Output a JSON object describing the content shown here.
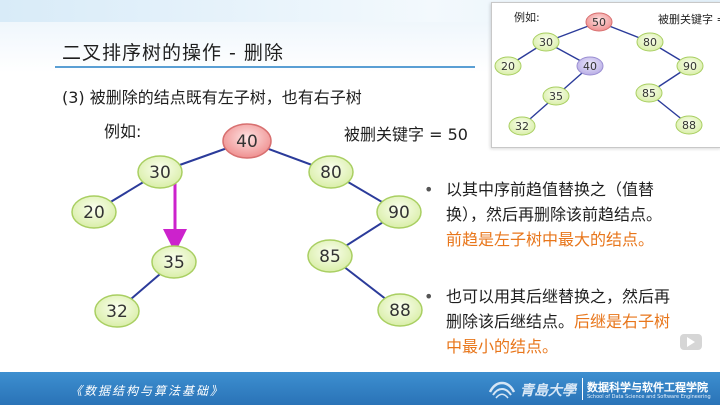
{
  "slide": {
    "title": "二叉排序树的操作 - 删除",
    "subtitle": "(3) 被删除的结点既有左子树，也有右子树",
    "example_label": "例如:",
    "delete_key_label": "被删关键字 = 50"
  },
  "tree": {
    "nodes": [
      {
        "id": "n40",
        "value": "40",
        "highlight": true
      },
      {
        "id": "n30",
        "value": "30"
      },
      {
        "id": "n80",
        "value": "80"
      },
      {
        "id": "n20",
        "value": "20"
      },
      {
        "id": "n90",
        "value": "90"
      },
      {
        "id": "n35",
        "value": "35"
      },
      {
        "id": "n85",
        "value": "85"
      },
      {
        "id": "n32",
        "value": "32"
      },
      {
        "id": "n88",
        "value": "88"
      }
    ]
  },
  "bullets": {
    "b1_line1": "以其中序前趋值替换之（值替",
    "b1_line2": "换），然后再删除该前趋结点。",
    "b1_highlight": "前趋是左子树中最大的结点。",
    "b2_line1": "也可以用其后继替换之，然后再",
    "b2_line2_plain": "删除该后继结点。",
    "b2_line2_highlight": "后继是右子树",
    "b2_line3_highlight": "中最小的结点。"
  },
  "footer": {
    "course": "《数据结构与算法基础》",
    "university": "青島大學",
    "school_cn": "数据科学与软件工程学院",
    "school_en": "School of Data Science and Software Engineering"
  },
  "inset": {
    "example_label": "例如:",
    "delete_key_label": "被删关键字 =",
    "nodes": [
      {
        "id": "i50",
        "value": "50",
        "highlight": "red"
      },
      {
        "id": "i30",
        "value": "30"
      },
      {
        "id": "i80",
        "value": "80"
      },
      {
        "id": "i20",
        "value": "20"
      },
      {
        "id": "i40",
        "value": "40",
        "highlight": "purple"
      },
      {
        "id": "i90",
        "value": "90"
      },
      {
        "id": "i35",
        "value": "35"
      },
      {
        "id": "i85",
        "value": "85"
      },
      {
        "id": "i32",
        "value": "32"
      },
      {
        "id": "i88",
        "value": "88"
      }
    ]
  },
  "colors": {
    "node_fill": "#e6f5c3",
    "node_stroke": "#b7d77a",
    "root_fill": "#f3a9a9",
    "purple_node": "#cbc3ea",
    "edge": "#2b3b9a",
    "arrow": "#cc22cc",
    "accent_orange": "#e8761b",
    "banner_blue": "#2a73b7"
  }
}
